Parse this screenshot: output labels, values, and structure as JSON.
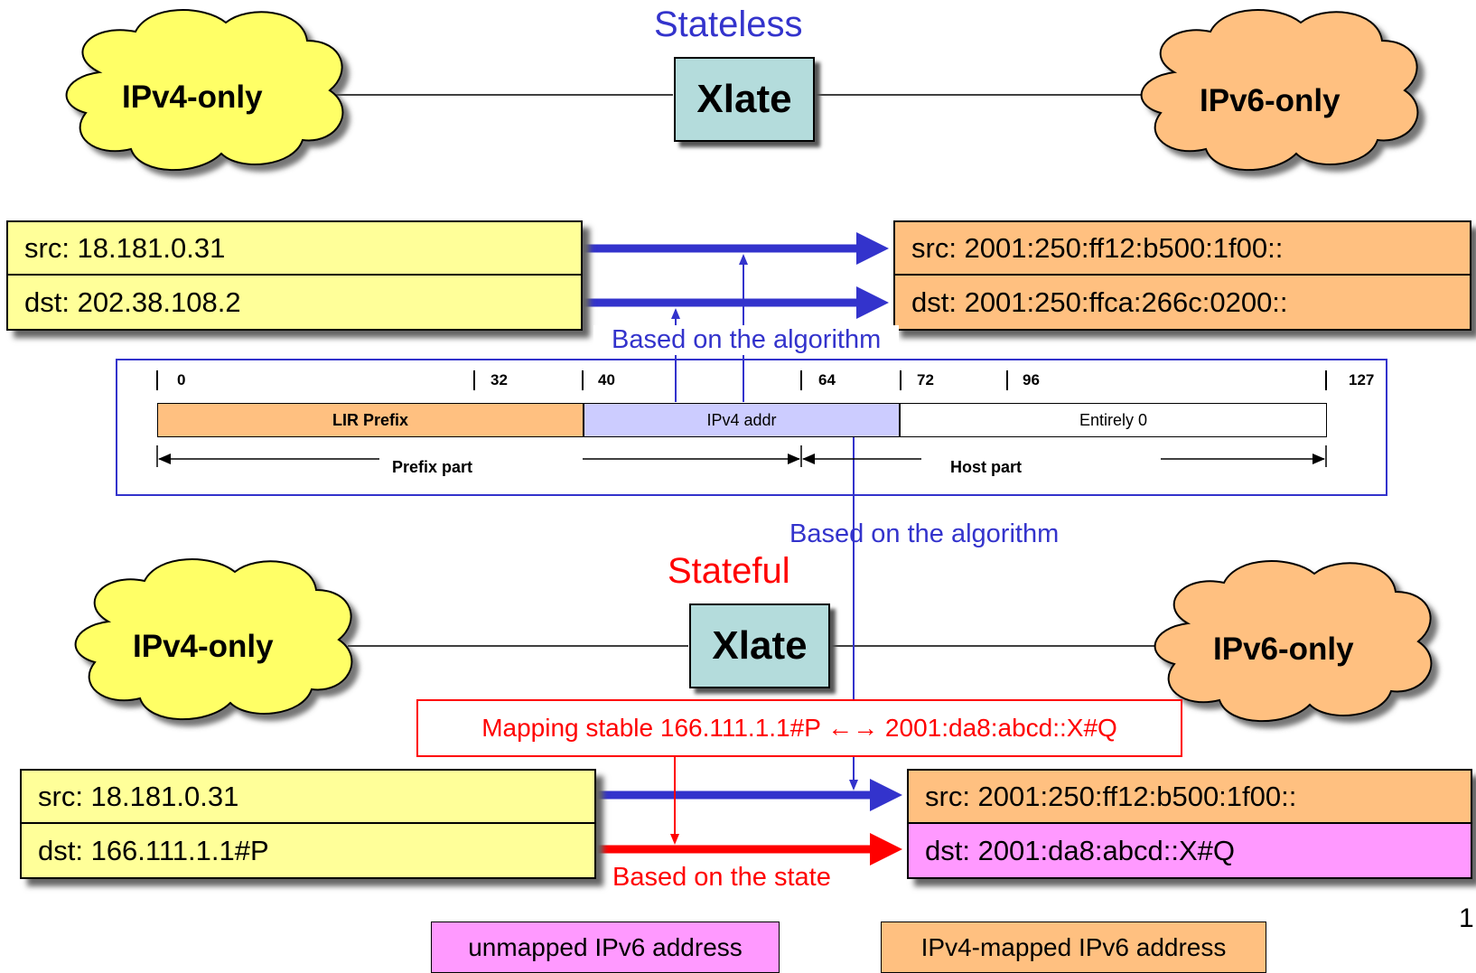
{
  "stateless": {
    "title": "Stateless",
    "left_cloud": "IPv4-only",
    "right_cloud": "IPv6-only",
    "xlate": "Xlate",
    "ipv4_src": "src: 18.181.0.31",
    "ipv4_dst": "dst: 202.38.108.2",
    "ipv6_src": "src: 2001:250:ff12:b500:1f00::",
    "ipv6_dst": "dst: 2001:250:ffca:266c:0200::",
    "algo_label": "Based on the algorithm"
  },
  "address_format": {
    "bits": [
      "0",
      "32",
      "40",
      "64",
      "72",
      "96",
      "127"
    ],
    "segments": [
      "LIR Prefix",
      "IPv4 addr",
      "Entirely 0"
    ],
    "prefix_part": "Prefix part",
    "host_part": "Host part",
    "algo_label": "Based on the algorithm"
  },
  "stateful": {
    "title": "Stateful",
    "left_cloud": "IPv4-only",
    "right_cloud": "IPv6-only",
    "xlate": "Xlate",
    "mapping": "Mapping stable 166.111.1.1#P ←→ 2001:da8:abcd::X#Q",
    "ipv4_src": "src: 18.181.0.31",
    "ipv4_dst": "dst: 166.111.1.1#P",
    "ipv6_src": "src: 2001:250:ff12:b500:1f00::",
    "ipv6_dst": "dst: 2001:da8:abcd::X#Q",
    "state_label": "Based on the state"
  },
  "legend": {
    "unmapped": "unmapped IPv6 address",
    "mapped": "IPv4-mapped IPv6 address"
  },
  "page_number": "1",
  "colors": {
    "ipv4": "#ffff99",
    "ipv6_mapped": "#ffc080",
    "ipv6_unmapped": "#ff99ff",
    "xlate": "#b4dcdc",
    "algorithm": "#3333cc",
    "state": "#ff0000",
    "ipv4_addr_segment": "#ccccff"
  }
}
